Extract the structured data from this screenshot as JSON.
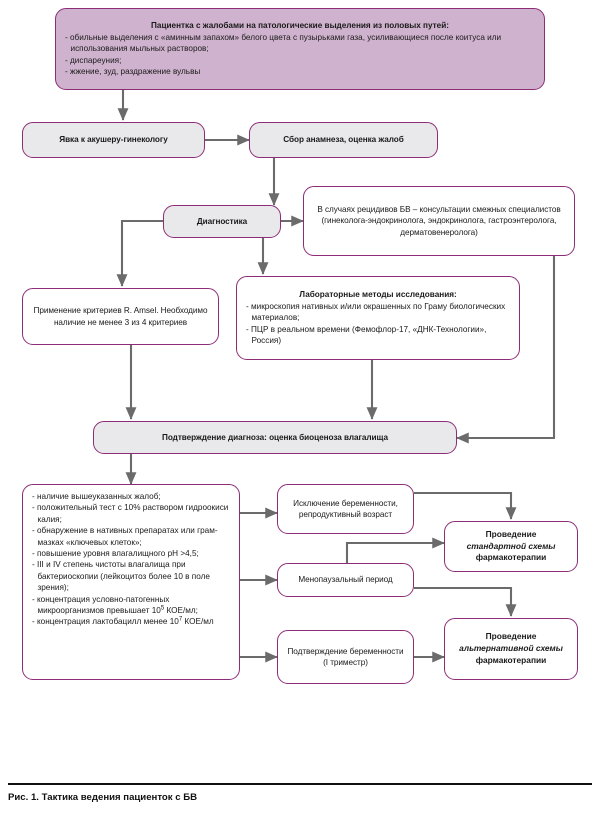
{
  "figure": {
    "caption": "Рис. 1. Тактика ведения пациенток с БВ"
  },
  "nodes": {
    "patient_complaints": {
      "title": "Пациентка с жалобами на патологические выделения из половых путей:",
      "bullets": [
        "- обильные выделения с «аминным запахом» белого цвета с пузырьками газа, усиливающиеся после коитуса или использования мыльных растворов;",
        "- диспареуния;",
        "- жжение, зуд, раздражение вульвы"
      ]
    },
    "visit_obgyn": {
      "label": "Явка к акушеру-гинекологу"
    },
    "history_taking": {
      "label": "Сбор анамнеза, оценка жалоб"
    },
    "diagnostics": {
      "label": "Диагностика"
    },
    "relapse_consult": {
      "text": "В случаях рецидивов БВ – консультации смежных специалистов (гинеколога-эндокринолога, эндокринолога, гастроэнтеролога, дерматовенеролога)"
    },
    "amsel_criteria": {
      "text": "Применение критериев R. Amsel. Необходимо наличие не менее 3 из 4 критериев"
    },
    "lab_methods": {
      "title": "Лабораторные методы исследования:",
      "bullets": [
        "- микроскопия нативных и/или окрашенных по Граму биологических материалов;",
        "- ПЦР в реальном времени (Фемофлор-17, «ДНК-Технологии», Россия)"
      ]
    },
    "diagnosis_confirmation": {
      "label": "Подтверждение диагноза: оценка биоценоза влагалища"
    },
    "criteria_list": {
      "bullets": [
        "- наличие вышеуказанных жалоб;",
        "- положительный тест с 10% раствором гидроокиси калия;",
        "- обнаружение в нативных препаратах или грам-мазках «ключевых клеток»;",
        "- повышение уровня влагалищного pH >4,5;",
        "- III и IV степень чистоты влагалища при бактериоскопии (лейкоцитоз более 10 в поле зрения);",
        "- концентрация условно-патогенных микроорганизмов превышает 10^5 КОЕ/мл;",
        "- концентрация лактобацилл менее 10^7 КОЕ/мл"
      ]
    },
    "exclude_pregnancy": {
      "text": "Исключение беременности, репродуктивный возраст"
    },
    "menopause": {
      "text": "Менопаузальный период"
    },
    "confirm_pregnancy": {
      "text": "Подтверждение беременности (I триместр)"
    },
    "standard_scheme": {
      "line1": "Проведение",
      "line2": "стандартной схемы",
      "line3": "фармакотерапии"
    },
    "alternative_scheme": {
      "line1": "Проведение",
      "line2": "альтернативной схемы",
      "line3": "фармакотерапии"
    }
  },
  "colors": {
    "border_purple": "#8d2d78",
    "fill_gray": "#e9e9eb",
    "fill_white": "#ffffff",
    "fill_mauve": "#cfb2cd",
    "connector_gray": "#6b6b6b",
    "text": "#1a1a1a"
  }
}
